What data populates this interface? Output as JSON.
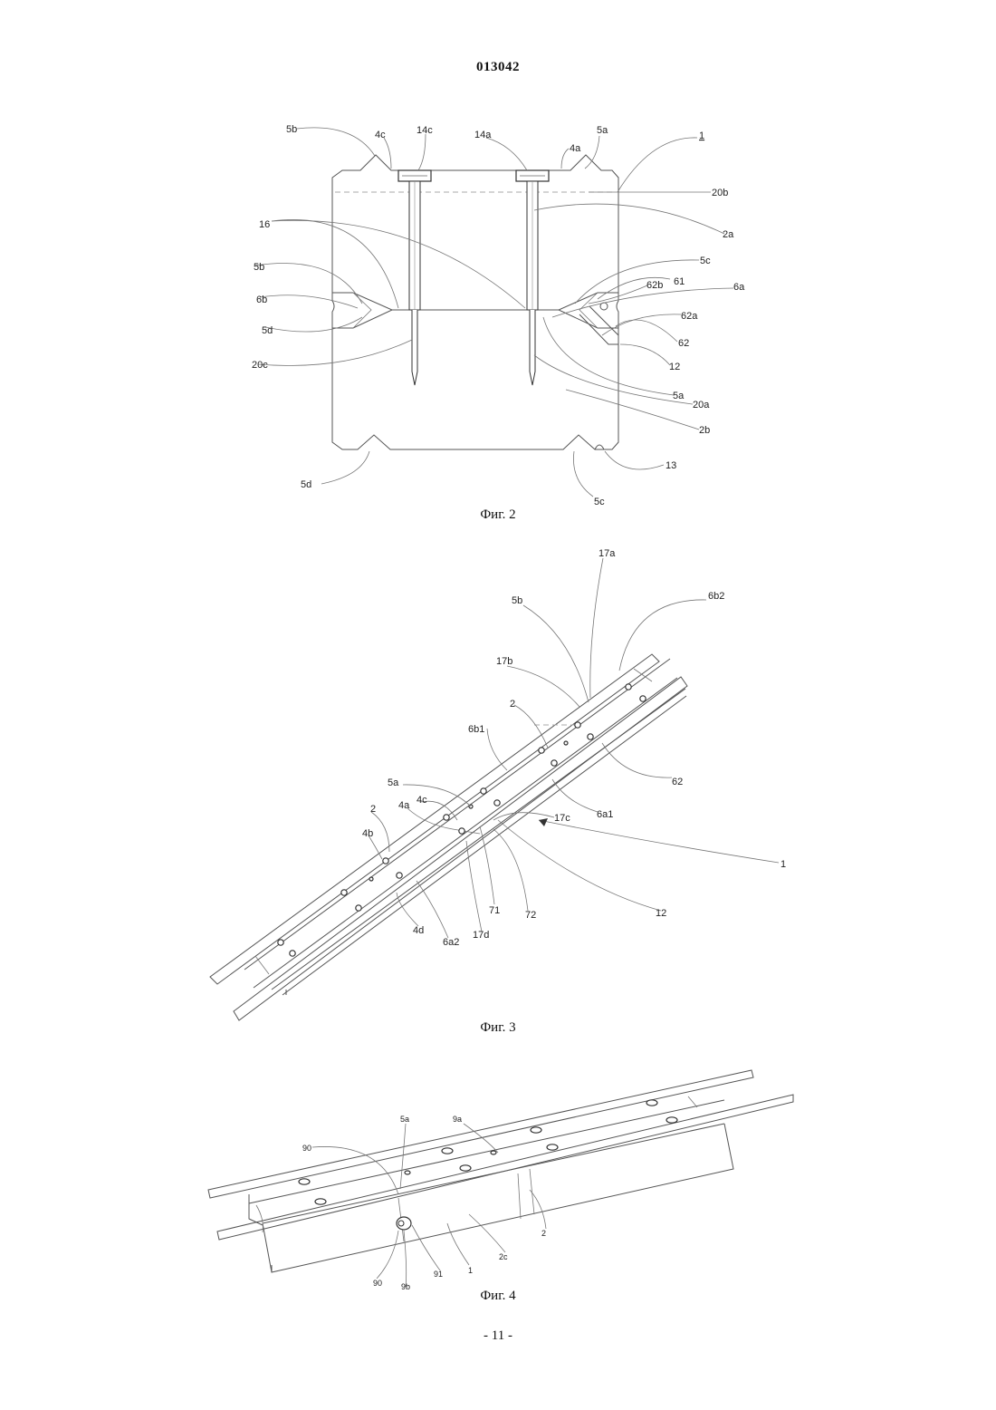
{
  "header": {
    "doc_number": "013042"
  },
  "figures": {
    "fig2": {
      "caption": "Фиг. 2",
      "labels": {
        "5b_top": "5b",
        "4c": "4c",
        "14c": "14c",
        "14a": "14a",
        "4a": "4a",
        "5a_top": "5a",
        "1": "1",
        "20b": "20b",
        "16": "16",
        "2a": "2a",
        "5b_mid": "5b",
        "5c_mid": "5c",
        "61": "61",
        "62b": "62b",
        "6a": "6a",
        "6b": "6b",
        "62a": "62a",
        "5d_mid": "5d",
        "62": "62",
        "20c": "20c",
        "12": "12",
        "5a_low": "5a",
        "20a": "20a",
        "2b": "2b",
        "13": "13",
        "5d_bot": "5d",
        "5c_bot": "5c"
      }
    },
    "fig3": {
      "caption": "Фиг. 3",
      "labels": {
        "17a": "17a",
        "5b": "5b",
        "6b2": "6b2",
        "17b": "17b",
        "2_upper": "2",
        "6b1": "6b1",
        "62": "62",
        "5a": "5a",
        "4c": "4c",
        "4a": "4a",
        "6a1": "6a1",
        "2_left": "2",
        "17c": "17c",
        "1": "1",
        "4b": "4b",
        "71": "71",
        "72": "72",
        "12": "12",
        "4d": "4d",
        "6a2": "6a2",
        "17d": "17d"
      }
    },
    "fig4": {
      "caption": "Фиг. 4",
      "labels": {
        "5a": "5a",
        "9a": "9a",
        "90_top": "90",
        "2": "2",
        "2c": "2c",
        "1": "1",
        "91": "91",
        "90_bot": "90",
        "9b": "9b"
      }
    }
  },
  "footer": {
    "page": "- 11 -"
  }
}
